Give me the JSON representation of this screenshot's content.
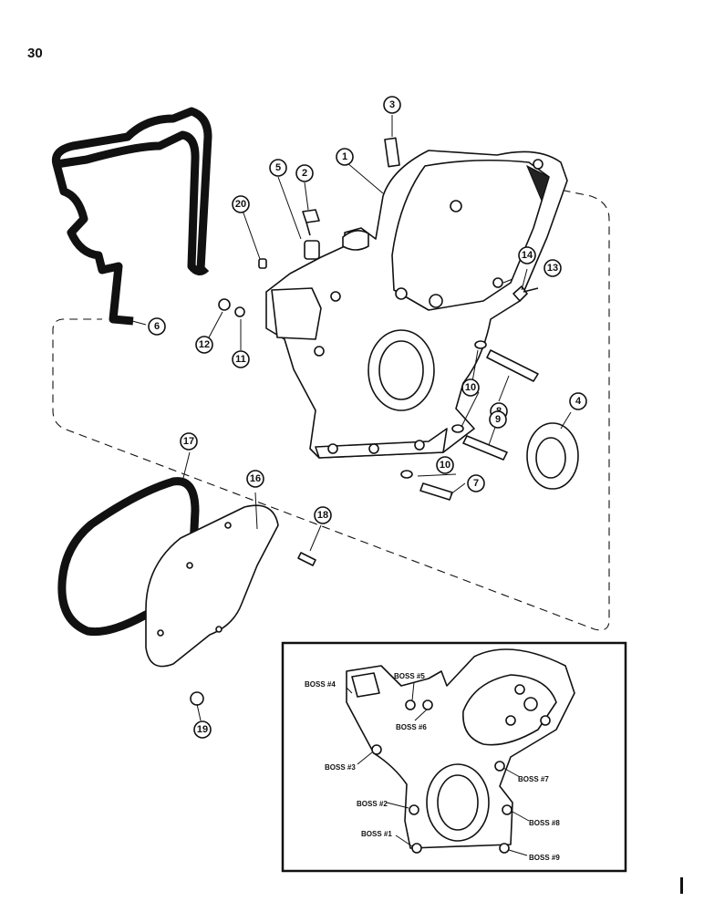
{
  "page_number": "30",
  "callouts": [
    {
      "id": "c1",
      "label": "1"
    },
    {
      "id": "c2",
      "label": "2"
    },
    {
      "id": "c3",
      "label": "3"
    },
    {
      "id": "c4",
      "label": "4"
    },
    {
      "id": "c5",
      "label": "5"
    },
    {
      "id": "c6",
      "label": "6"
    },
    {
      "id": "c7",
      "label": "7"
    },
    {
      "id": "c8",
      "label": "8"
    },
    {
      "id": "c9",
      "label": "9"
    },
    {
      "id": "c10a",
      "label": "10"
    },
    {
      "id": "c10b",
      "label": "10"
    },
    {
      "id": "c11",
      "label": "11"
    },
    {
      "id": "c12",
      "label": "12"
    },
    {
      "id": "c13",
      "label": "13"
    },
    {
      "id": "c14",
      "label": "14"
    },
    {
      "id": "c16",
      "label": "16"
    },
    {
      "id": "c17",
      "label": "17"
    },
    {
      "id": "c18",
      "label": "18"
    },
    {
      "id": "c19",
      "label": "19"
    },
    {
      "id": "c20",
      "label": "20"
    }
  ],
  "inset": {
    "boss_labels": [
      "BOSS #1",
      "BOSS #2",
      "BOSS #3",
      "BOSS #4",
      "BOSS #5",
      "BOSS #6",
      "BOSS #7",
      "BOSS #8",
      "BOSS #9"
    ]
  }
}
